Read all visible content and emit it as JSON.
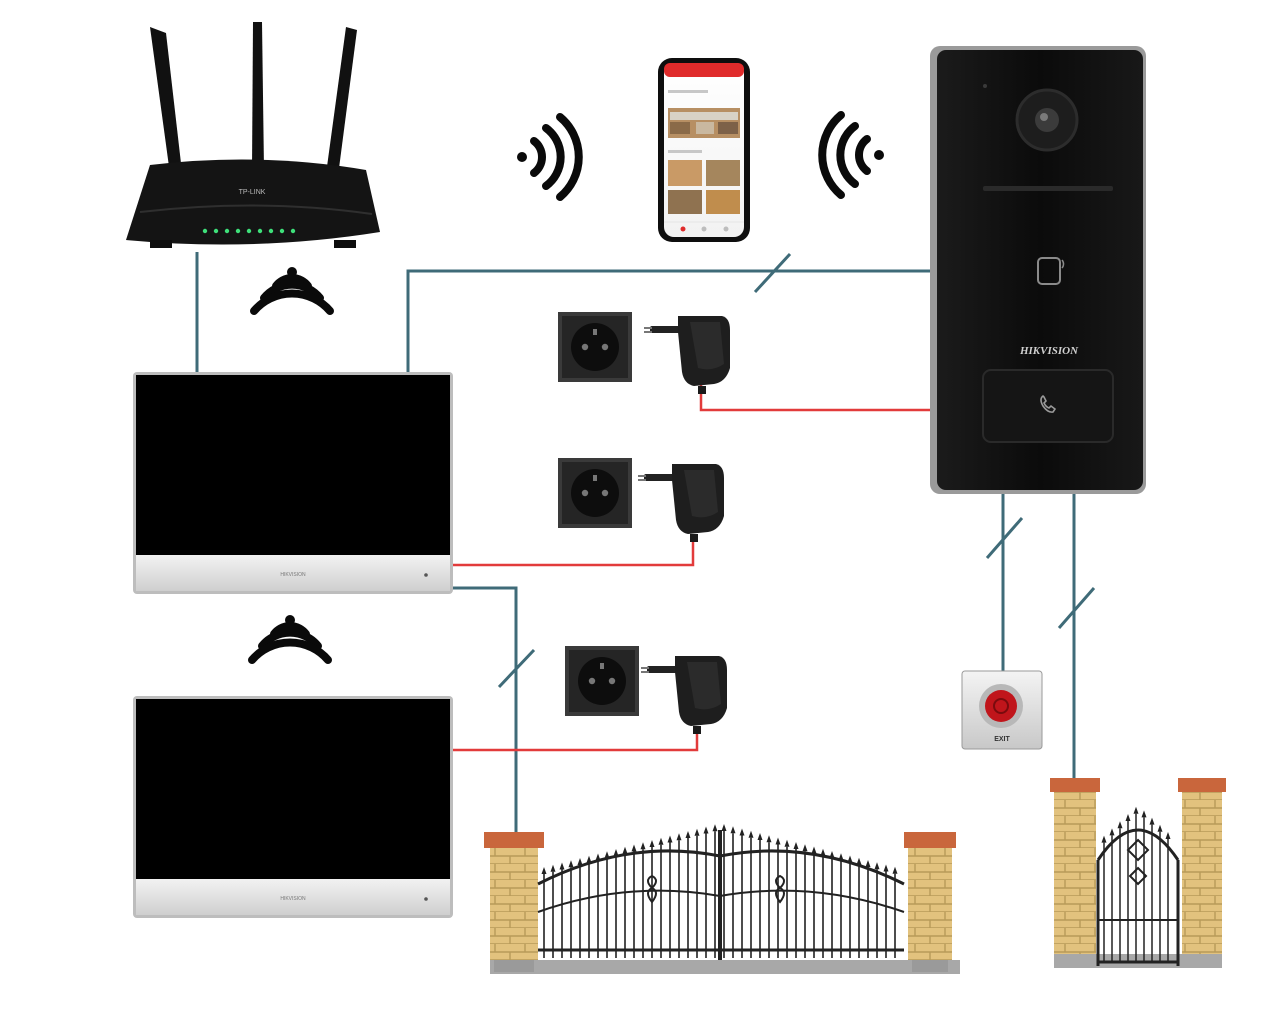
{
  "router": {
    "brand_label": "TP-LINK",
    "led_color": "#3ee07a"
  },
  "smartphone": {
    "header_color": "#e02b2b"
  },
  "door_station": {
    "brand_label": "HIKVISION",
    "icons": [
      "camera-icon",
      "card-reader-icon",
      "phone-call-icon"
    ]
  },
  "indoor_monitors": [
    {
      "brand_label": "HIKVISION"
    },
    {
      "brand_label": "HIKVISION"
    }
  ],
  "exit_button": {
    "label": "EXIT",
    "button_color": "#c0151b"
  },
  "gates": {
    "main_gate": "double-swing-gate",
    "wicket_gate": "pedestrian-gate"
  },
  "colors": {
    "network_cable": "#3f6b78",
    "power_cable": "#e23b3b",
    "device_body": "#0a0a0a",
    "brick": "#e0c07c",
    "brick_cap": "#c9663c",
    "ground": "#a8a8a8"
  },
  "icons": {
    "wifi": "wifi-icon",
    "socket": "power-socket-icon",
    "adapter": "power-adapter-icon"
  }
}
